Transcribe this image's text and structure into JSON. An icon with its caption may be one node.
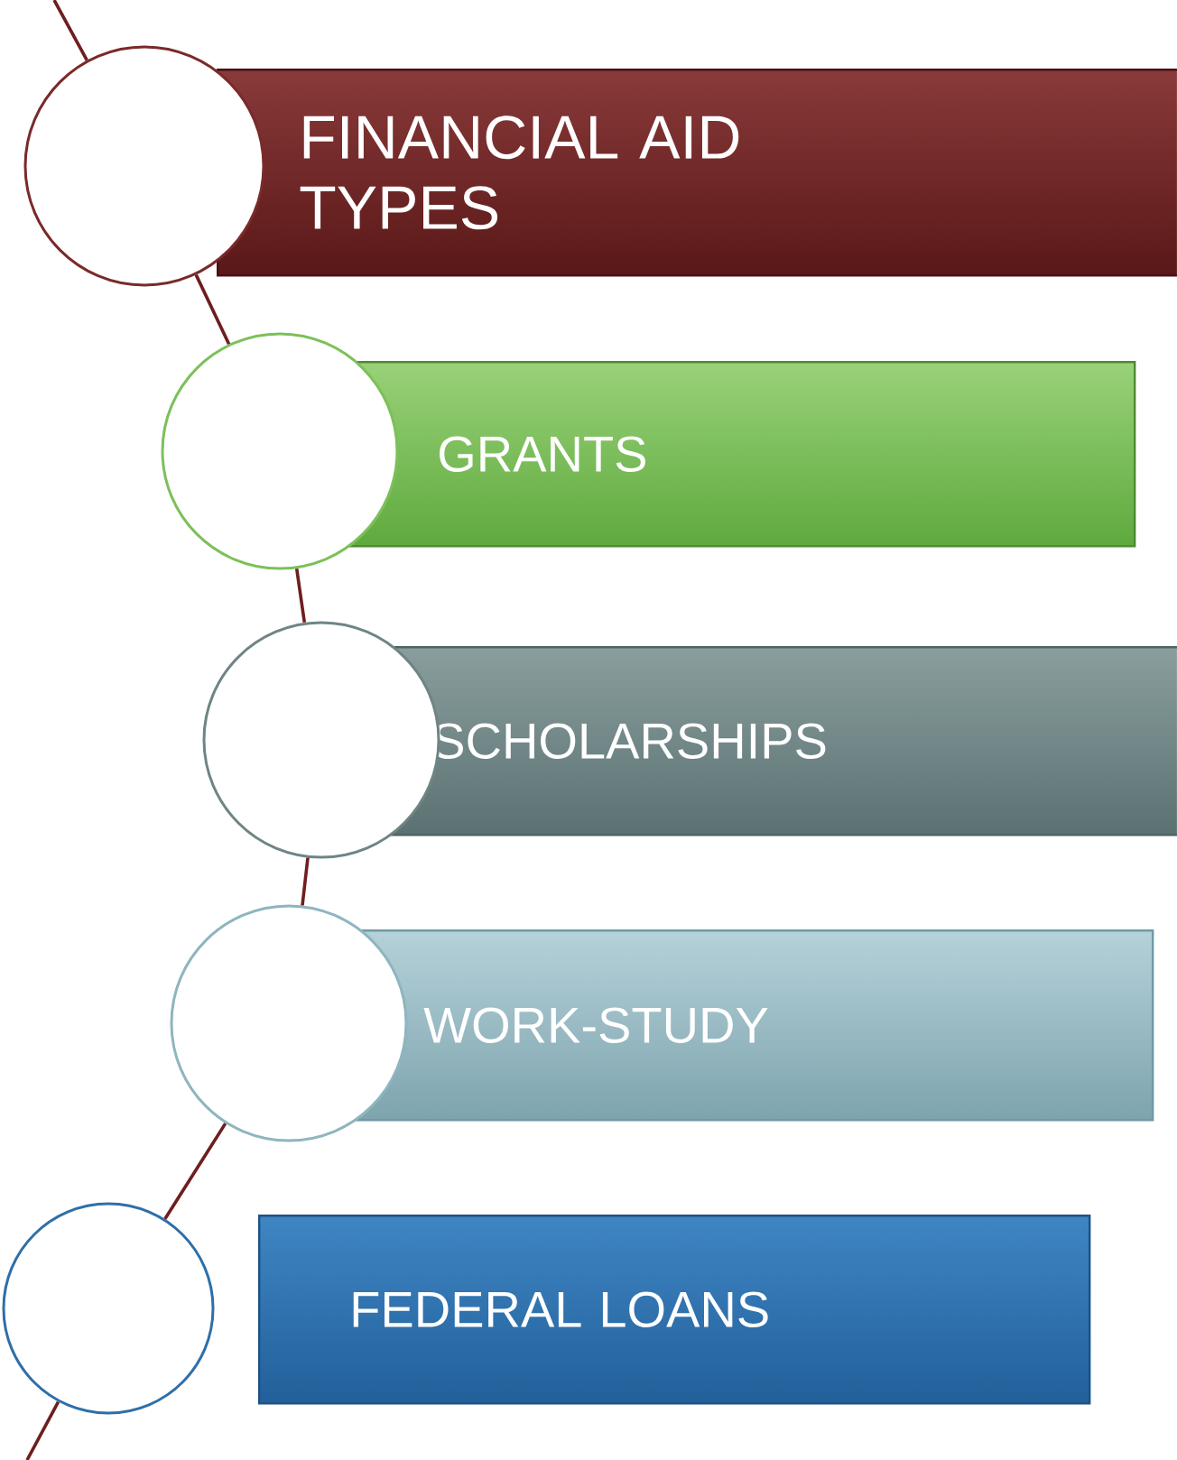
{
  "diagram": {
    "nodes": [
      {
        "text": [
          "FINANCIAL AID TYPES"
        ]
      },
      {
        "text": [
          "GRANTS"
        ]
      },
      {
        "text": [
          "SCHOLARSHIPS"
        ]
      },
      {
        "text": [
          "WORK-STUDY"
        ]
      },
      {
        "text": [
          "FEDERAL LOANS"
        ]
      },
      {
        "text": [],
        "shape": "circle"
      },
      {
        "text": [],
        "shape": "circle"
      },
      {
        "text": [],
        "shape": "circle"
      },
      {
        "text": [],
        "shape": "circle"
      },
      {
        "text": [],
        "shape": "circle"
      }
    ],
    "edges": [
      {
        "from": null,
        "to": 5,
        "arrow": "none"
      },
      {
        "from": 5,
        "to": 6,
        "arrow": "none"
      },
      {
        "from": 6,
        "to": 7,
        "arrow": "none"
      },
      {
        "from": 7,
        "to": 8,
        "arrow": "none"
      },
      {
        "from": 8,
        "to": 9,
        "arrow": "none"
      },
      {
        "from": 9,
        "to": null,
        "arrow": "none"
      }
    ]
  }
}
